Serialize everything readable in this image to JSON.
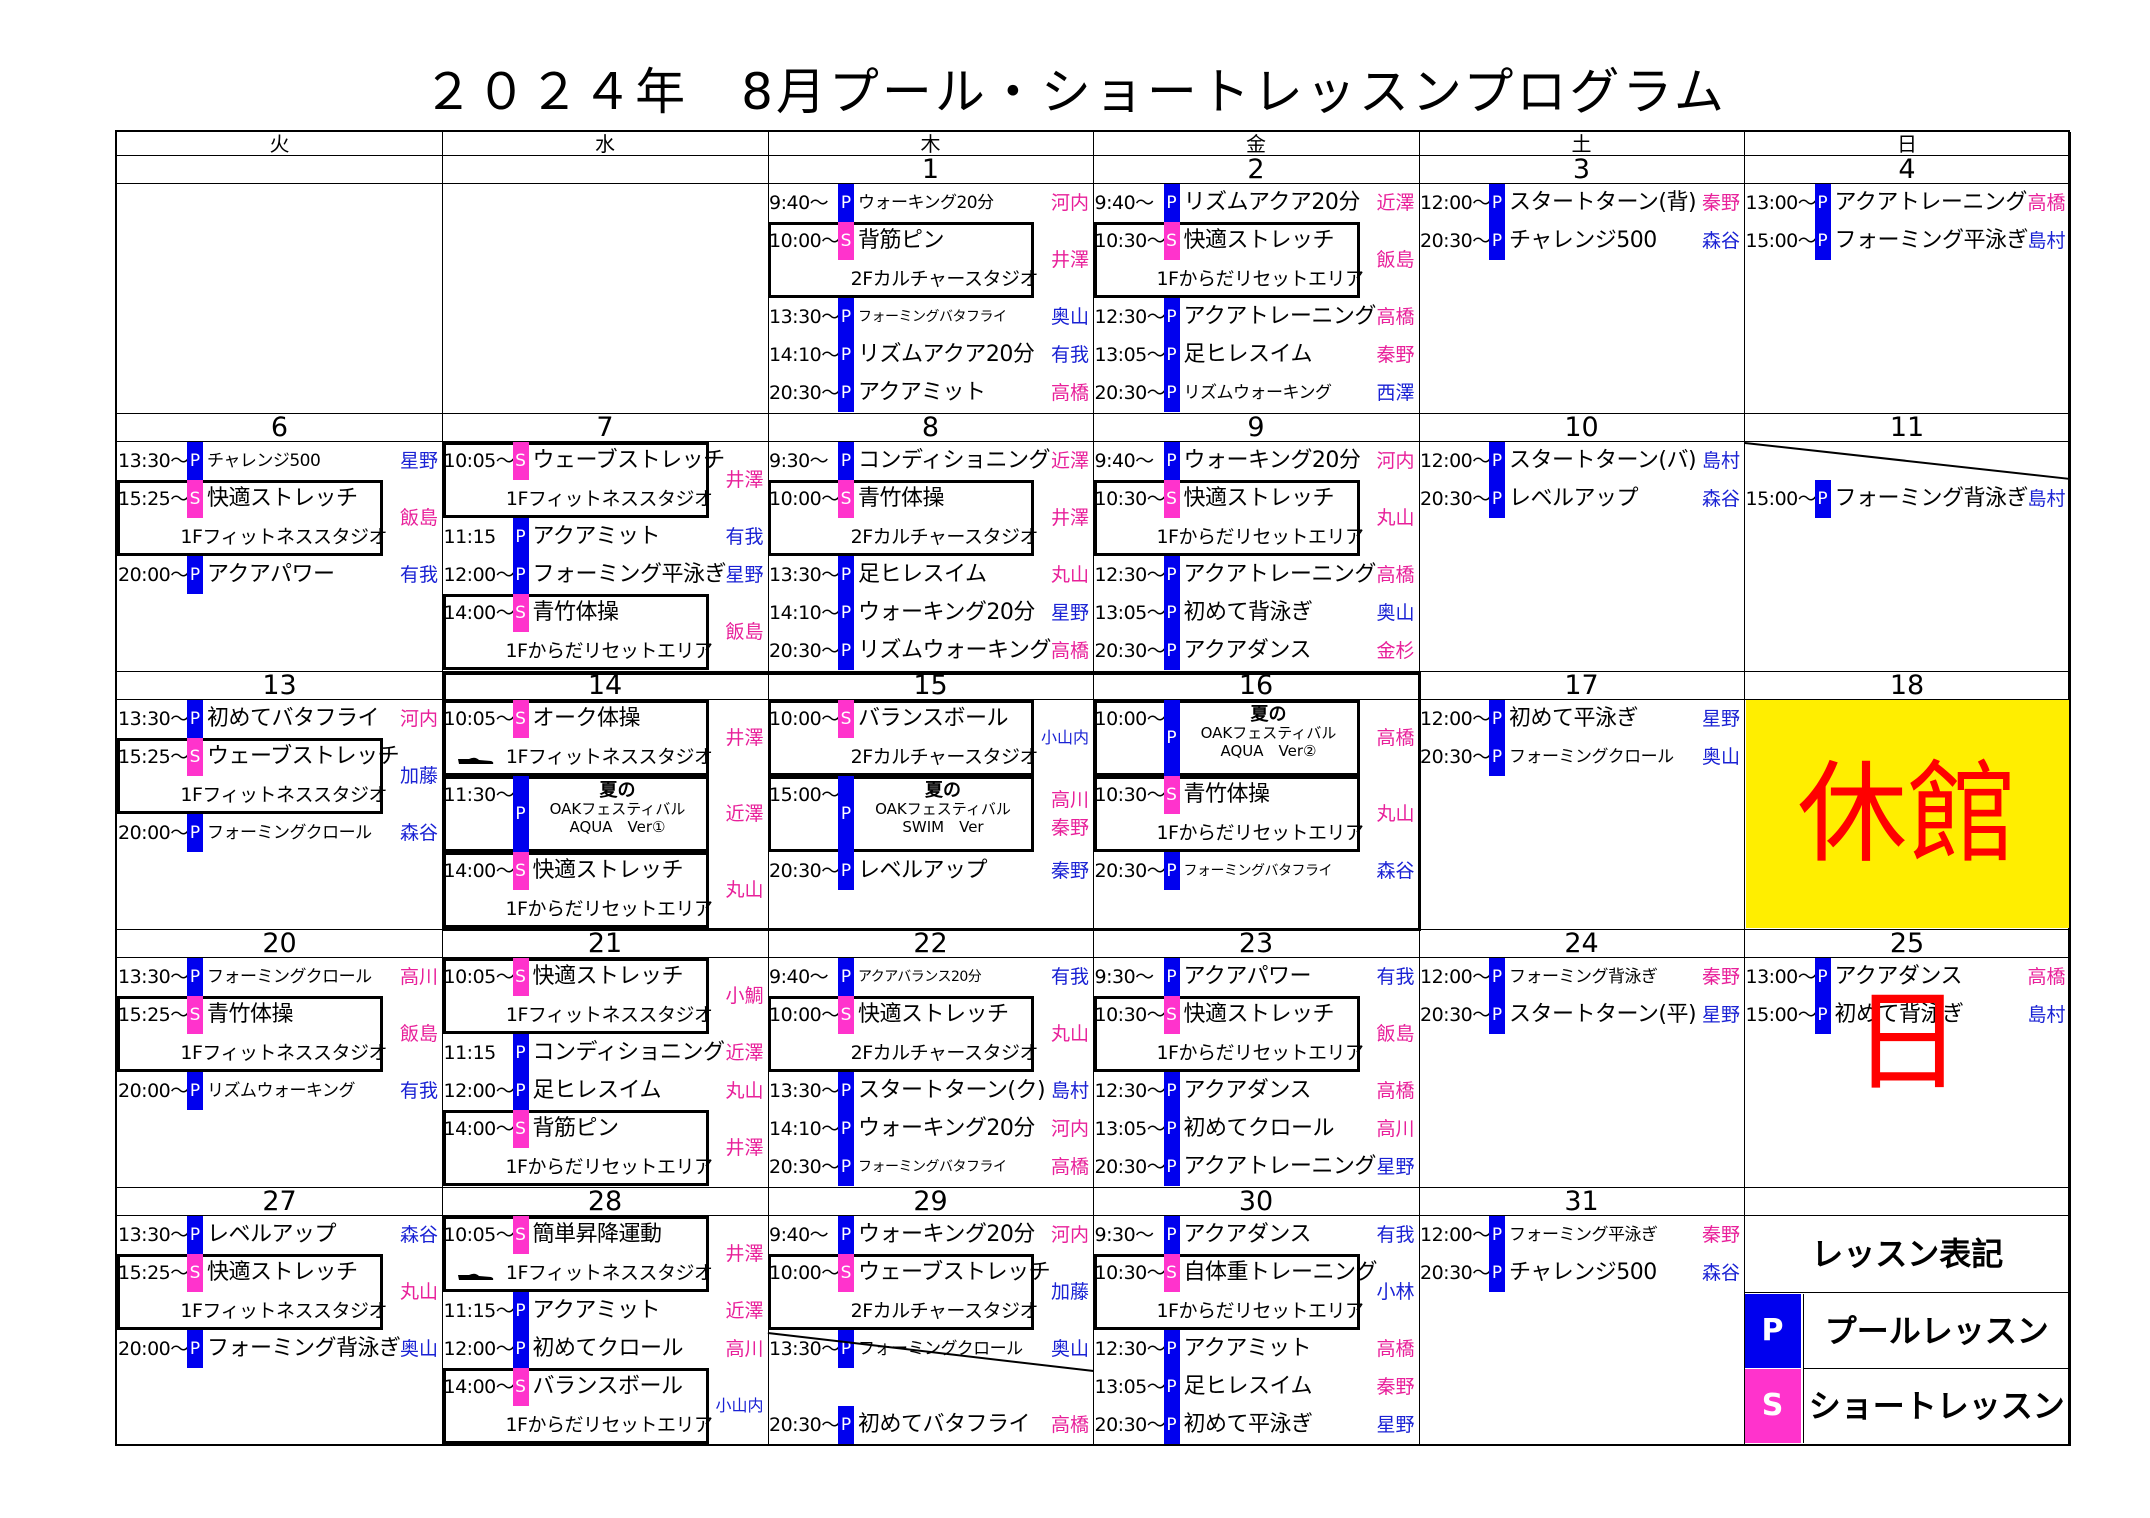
{
  "title": "２０２４年　8月プール・ショートレッスンプログラム",
  "colors": {
    "pool": "#0000ee",
    "studio": "#ff33cc",
    "closed_bg": "#ffee00",
    "closed_text": "#ff0000"
  },
  "days": [
    "火",
    "水",
    "木",
    "金",
    "土",
    "日"
  ],
  "weeks": [
    {
      "dates": [
        "",
        "",
        "1",
        "2",
        "3",
        "4"
      ]
    },
    {
      "dates": [
        "6",
        "7",
        "8",
        "9",
        "10",
        "11"
      ]
    },
    {
      "dates": [
        "13",
        "14",
        "15",
        "16",
        "17",
        "18"
      ]
    },
    {
      "dates": [
        "20",
        "21",
        "22",
        "23",
        "24",
        "25"
      ]
    },
    {
      "dates": [
        "27",
        "28",
        "29",
        "30",
        "31",
        ""
      ]
    }
  ],
  "closed_label": "休館日",
  "legend": {
    "title": "レッスン表記",
    "p": "P",
    "p_label": "プールレッスン",
    "s": "S",
    "s_label": "ショートレッスン"
  },
  "cells": {
    "w0_2": [
      {
        "t": "9:40～",
        "k": "P",
        "n": "ウォーキング20分",
        "i": "河内",
        "c": "pink",
        "sz": "sm"
      },
      {
        "t": "10:00～",
        "k": "S",
        "n": "背筋ピン",
        "sub": "2Fカルチャースタジオ",
        "i": "井澤",
        "c": "pink"
      },
      {
        "t": "13:30～",
        "k": "P",
        "n": "フォーミングバタフライ",
        "i": "奥山",
        "c": "blue",
        "sz": "xs"
      },
      {
        "t": "14:10～",
        "k": "P",
        "n": "リズムアクア20分",
        "i": "有我",
        "c": "blue"
      },
      {
        "t": "20:30～",
        "k": "P",
        "n": "アクアミット",
        "i": "高橋",
        "c": "pink"
      }
    ],
    "w0_3": [
      {
        "t": "9:40～",
        "k": "P",
        "n": "リズムアクア20分",
        "i": "近澤",
        "c": "pink"
      },
      {
        "t": "10:30～",
        "k": "S",
        "n": "快適ストレッチ",
        "sub": "1Fからだリセットエリア",
        "i": "飯島",
        "c": "pink"
      },
      {
        "t": "12:30～",
        "k": "P",
        "n": "アクアトレーニング",
        "i": "高橋",
        "c": "pink"
      },
      {
        "t": "13:05～",
        "k": "P",
        "n": "足ヒレスイム",
        "i": "秦野",
        "c": "pink"
      },
      {
        "t": "20:30～",
        "k": "P",
        "n": "リズムウォーキング",
        "i": "西澤",
        "c": "blue",
        "sz": "sm"
      }
    ],
    "w0_4": [
      {
        "t": "12:00～",
        "k": "P",
        "n": "スタートターン(背)",
        "i": "秦野",
        "c": "pink"
      },
      {
        "t": "20:30～",
        "k": "P",
        "n": "チャレンジ500",
        "i": "森谷",
        "c": "blue"
      }
    ],
    "w0_5": [
      {
        "t": "13:00～",
        "k": "P",
        "n": "アクアトレーニング",
        "i": "高橋",
        "c": "pink"
      },
      {
        "t": "15:00～",
        "k": "P",
        "n": "フォーミング平泳ぎ",
        "i": "島村",
        "c": "blue"
      }
    ],
    "w1_0": [
      {
        "t": "13:30～",
        "k": "P",
        "n": "チャレンジ500",
        "i": "星野",
        "c": "blue",
        "sz": "sm"
      },
      {
        "t": "15:25～",
        "k": "S",
        "n": "快適ストレッチ",
        "sub": "1Fフィットネススタジオ",
        "i": "飯島",
        "c": "pink"
      },
      {
        "t": "20:00～",
        "k": "P",
        "n": "アクアパワー",
        "i": "有我",
        "c": "blue"
      }
    ],
    "w1_1": [
      {
        "t": "10:05～",
        "k": "S",
        "n": "ウェーブストレッチ",
        "sub": "1Fフィットネススタジオ",
        "i": "井澤",
        "c": "pink"
      },
      {
        "t": "11:15",
        "k": "P",
        "n": "アクアミット",
        "i": "有我",
        "c": "blue"
      },
      {
        "t": "12:00～",
        "k": "P",
        "n": "フォーミング平泳ぎ",
        "i": "星野",
        "c": "blue"
      },
      {
        "t": "14:00～",
        "k": "S",
        "n": "青竹体操",
        "sub": "1Fからだリセットエリア",
        "i": "飯島",
        "c": "pink"
      }
    ],
    "w1_2": [
      {
        "t": "9:30～",
        "k": "P",
        "n": "コンディショニング",
        "i": "近澤",
        "c": "pink"
      },
      {
        "t": "10:00～",
        "k": "S",
        "n": "青竹体操",
        "sub": "2Fカルチャースタジオ",
        "i": "井澤",
        "c": "pink"
      },
      {
        "t": "13:30～",
        "k": "P",
        "n": "足ヒレスイム",
        "i": "丸山",
        "c": "pink"
      },
      {
        "t": "14:10～",
        "k": "P",
        "n": "ウォーキング20分",
        "i": "星野",
        "c": "blue"
      },
      {
        "t": "20:30～",
        "k": "P",
        "n": "リズムウォーキング",
        "i": "高橋",
        "c": "pink"
      }
    ],
    "w1_3": [
      {
        "t": "9:40～",
        "k": "P",
        "n": "ウォーキング20分",
        "i": "河内",
        "c": "pink"
      },
      {
        "t": "10:30～",
        "k": "S",
        "n": "快適ストレッチ",
        "sub": "1Fからだリセットエリア",
        "i": "丸山",
        "c": "pink"
      },
      {
        "t": "12:30～",
        "k": "P",
        "n": "アクアトレーニング",
        "i": "高橋",
        "c": "pink"
      },
      {
        "t": "13:05～",
        "k": "P",
        "n": "初めて背泳ぎ",
        "i": "奥山",
        "c": "blue"
      },
      {
        "t": "20:30～",
        "k": "P",
        "n": "アクアダンス",
        "i": "金杉",
        "c": "pink"
      }
    ],
    "w1_4": [
      {
        "t": "12:00～",
        "k": "P",
        "n": "スタートターン(バ)",
        "i": "島村",
        "c": "blue"
      },
      {
        "t": "20:30～",
        "k": "P",
        "n": "レベルアップ",
        "i": "森谷",
        "c": "blue"
      }
    ],
    "w1_5": [
      {
        "t": "",
        "k": "",
        "n": "",
        "i": "",
        "c": "blue"
      },
      {
        "t": "15:00～",
        "k": "P",
        "n": "フォーミング背泳ぎ",
        "i": "島村",
        "c": "blue"
      }
    ],
    "w2_0": [
      {
        "t": "13:30～",
        "k": "P",
        "n": "初めてバタフライ",
        "i": "河内",
        "c": "pink"
      },
      {
        "t": "15:25～",
        "k": "S",
        "n": "ウェーブストレッチ",
        "sub": "1Fフィットネススタジオ",
        "i": "加藤",
        "c": "blue"
      },
      {
        "t": "20:00～",
        "k": "P",
        "n": "フォーミングクロール",
        "i": "森谷",
        "c": "blue",
        "sz": "sm"
      }
    ],
    "w2_1": [
      {
        "t": "10:05～",
        "k": "S",
        "n": "オーク体操",
        "sub": "1Fフィットネススタジオ",
        "i": "井澤",
        "c": "pink",
        "shoe": true
      },
      {
        "t": "11:30～",
        "k": "P",
        "ev": [
          "夏の",
          "OAKフェスティバル",
          "AQUA　Ver①"
        ],
        "i": "近澤",
        "c": "pink"
      },
      {
        "t": "14:00～",
        "k": "S",
        "n": "快適ストレッチ",
        "sub": "1Fからだリセットエリア",
        "i": "丸山",
        "c": "pink"
      }
    ],
    "w2_2": [
      {
        "t": "10:00～",
        "k": "S",
        "n": "バランスボール",
        "sub": "2Fカルチャースタジオ",
        "i": "小山内",
        "c": "blue"
      },
      {
        "t": "15:00～",
        "k": "P",
        "ev": [
          "夏の",
          "OAKフェスティバル",
          "SWIM　Ver"
        ],
        "i": "高川",
        "i2": "秦野",
        "c": "pink"
      },
      {
        "t": "20:30～",
        "k": "P",
        "n": "レベルアップ",
        "i": "秦野",
        "c": "blue"
      }
    ],
    "w2_3": [
      {
        "t": "10:00～",
        "k": "P",
        "ev": [
          "夏の",
          "OAKフェスティバル",
          "AQUA　Ver②"
        ],
        "i": "高橋",
        "c": "pink"
      },
      {
        "t": "10:30～",
        "k": "S",
        "n": "青竹体操",
        "sub": "1Fからだリセットエリア",
        "i": "丸山",
        "c": "pink"
      },
      {
        "t": "20:30～",
        "k": "P",
        "n": "フォーミングバタフライ",
        "i": "森谷",
        "c": "blue",
        "sz": "xs"
      }
    ],
    "w2_4": [
      {
        "t": "12:00～",
        "k": "P",
        "n": "初めて平泳ぎ",
        "i": "星野",
        "c": "blue"
      },
      {
        "t": "20:30～",
        "k": "P",
        "n": "フォーミングクロール",
        "i": "奥山",
        "c": "blue",
        "sz": "sm"
      }
    ],
    "w3_0": [
      {
        "t": "13:30～",
        "k": "P",
        "n": "フォーミングクロール",
        "i": "高川",
        "c": "pink",
        "sz": "sm"
      },
      {
        "t": "15:25～",
        "k": "S",
        "n": "青竹体操",
        "sub": "1Fフィットネススタジオ",
        "i": "飯島",
        "c": "pink"
      },
      {
        "t": "20:00～",
        "k": "P",
        "n": "リズムウォーキング",
        "i": "有我",
        "c": "blue",
        "sz": "sm"
      }
    ],
    "w3_1": [
      {
        "t": "10:05～",
        "k": "S",
        "n": "快適ストレッチ",
        "sub": "1Fフィットネススタジオ",
        "i": "小鯛",
        "c": "pink"
      },
      {
        "t": "11:15",
        "k": "P",
        "n": "コンディショニング",
        "i": "近澤",
        "c": "pink"
      },
      {
        "t": "12:00～",
        "k": "P",
        "n": "足ヒレスイム",
        "i": "丸山",
        "c": "pink"
      },
      {
        "t": "14:00～",
        "k": "S",
        "n": "背筋ピン",
        "sub": "1Fからだリセットエリア",
        "i": "井澤",
        "c": "pink"
      }
    ],
    "w3_2": [
      {
        "t": "9:40～",
        "k": "P",
        "n": "アクアバランス20分",
        "i": "有我",
        "c": "blue",
        "sz": "xs"
      },
      {
        "t": "10:00～",
        "k": "S",
        "n": "快適ストレッチ",
        "sub": "2Fカルチャースタジオ",
        "i": "丸山",
        "c": "pink"
      },
      {
        "t": "13:30～",
        "k": "P",
        "n": "スタートターン(ク)",
        "i": "島村",
        "c": "blue"
      },
      {
        "t": "14:10～",
        "k": "P",
        "n": "ウォーキング20分",
        "i": "河内",
        "c": "pink"
      },
      {
        "t": "20:30～",
        "k": "P",
        "n": "フォーミングバタフライ",
        "i": "高橋",
        "c": "pink",
        "sz": "xs"
      }
    ],
    "w3_3": [
      {
        "t": "9:30～",
        "k": "P",
        "n": "アクアパワー",
        "i": "有我",
        "c": "blue"
      },
      {
        "t": "10:30～",
        "k": "S",
        "n": "快適ストレッチ",
        "sub": "1Fからだリセットエリア",
        "i": "飯島",
        "c": "pink"
      },
      {
        "t": "12:30～",
        "k": "P",
        "n": "アクアダンス",
        "i": "高橋",
        "c": "pink"
      },
      {
        "t": "13:05～",
        "k": "P",
        "n": "初めてクロール",
        "i": "高川",
        "c": "pink"
      },
      {
        "t": "20:30～",
        "k": "P",
        "n": "アクアトレーニング",
        "i": "星野",
        "c": "blue"
      }
    ],
    "w3_4": [
      {
        "t": "12:00～",
        "k": "P",
        "n": "フォーミング背泳ぎ",
        "i": "秦野",
        "c": "pink",
        "sz": "sm"
      },
      {
        "t": "20:30～",
        "k": "P",
        "n": "スタートターン(平)",
        "i": "星野",
        "c": "blue"
      }
    ],
    "w3_5": [
      {
        "t": "13:00～",
        "k": "P",
        "n": "アクアダンス",
        "i": "高橋",
        "c": "pink"
      },
      {
        "t": "15:00～",
        "k": "P",
        "n": "初めて背泳ぎ",
        "i": "島村",
        "c": "blue"
      }
    ],
    "w4_0": [
      {
        "t": "13:30～",
        "k": "P",
        "n": "レベルアップ",
        "i": "森谷",
        "c": "blue"
      },
      {
        "t": "15:25～",
        "k": "S",
        "n": "快適ストレッチ",
        "sub": "1Fフィットネススタジオ",
        "i": "丸山",
        "c": "pink"
      },
      {
        "t": "20:00～",
        "k": "P",
        "n": "フォーミング背泳ぎ",
        "i": "奥山",
        "c": "blue"
      }
    ],
    "w4_1": [
      {
        "t": "10:05～",
        "k": "S",
        "n": "簡単昇降運動",
        "sub": "1Fフィットネススタジオ",
        "i": "井澤",
        "c": "pink",
        "shoe": true
      },
      {
        "t": "11:15～",
        "k": "P",
        "n": "アクアミット",
        "i": "近澤",
        "c": "pink"
      },
      {
        "t": "12:00～",
        "k": "P",
        "n": "初めてクロール",
        "i": "高川",
        "c": "pink"
      },
      {
        "t": "14:00～",
        "k": "S",
        "n": "バランスボール",
        "sub": "1Fからだリセットエリア",
        "i": "小山内",
        "c": "blue"
      }
    ],
    "w4_2": [
      {
        "t": "9:40～",
        "k": "P",
        "n": "ウォーキング20分",
        "i": "河内",
        "c": "pink"
      },
      {
        "t": "10:00～",
        "k": "S",
        "n": "ウェーブストレッチ",
        "sub": "2Fカルチャースタジオ",
        "i": "加藤",
        "c": "blue"
      },
      {
        "t": "13:30～",
        "k": "P",
        "n": "フォーミングクロール",
        "i": "奥山",
        "c": "blue",
        "sz": "sm"
      },
      {
        "t": "",
        "k": "",
        "n": "",
        "i": "",
        "c": "blue"
      },
      {
        "t": "20:30～",
        "k": "P",
        "n": "初めてバタフライ",
        "i": "高橋",
        "c": "pink"
      }
    ],
    "w4_3": [
      {
        "t": "9:30～",
        "k": "P",
        "n": "アクアダンス",
        "i": "有我",
        "c": "blue"
      },
      {
        "t": "10:30～",
        "k": "S",
        "n": "自体重トレーニング",
        "sub": "1Fからだリセットエリア",
        "i": "小林",
        "c": "blue"
      },
      {
        "t": "12:30～",
        "k": "P",
        "n": "アクアミット",
        "i": "高橋",
        "c": "pink"
      },
      {
        "t": "13:05～",
        "k": "P",
        "n": "足ヒレスイム",
        "i": "秦野",
        "c": "pink"
      },
      {
        "t": "20:30～",
        "k": "P",
        "n": "初めて平泳ぎ",
        "i": "星野",
        "c": "blue"
      }
    ],
    "w4_4": [
      {
        "t": "12:00～",
        "k": "P",
        "n": "フォーミング平泳ぎ",
        "i": "秦野",
        "c": "pink",
        "sz": "sm"
      },
      {
        "t": "20:30～",
        "k": "P",
        "n": "チャレンジ500",
        "i": "森谷",
        "c": "blue"
      }
    ]
  }
}
